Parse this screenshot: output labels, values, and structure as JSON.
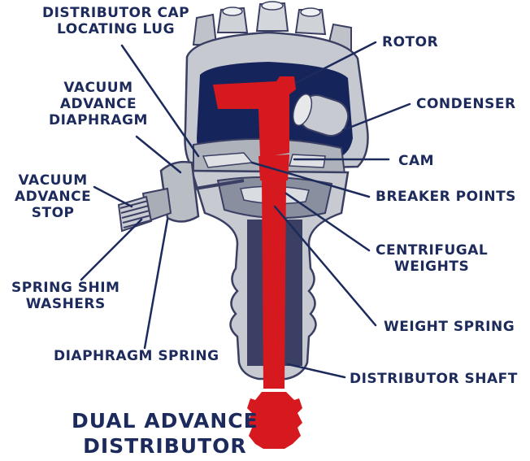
{
  "colors": {
    "label_text": "#1d2b5c",
    "leader_line": "#1d2b5c",
    "shaft_red": "#d6181f",
    "housing_light": "#c9ccd1",
    "housing_dark": "#3a3f63",
    "cavity_navy": "#16245c",
    "background": "#ffffff"
  },
  "labels": {
    "distributor_cap_locating_lug": [
      "DISTRIBUTOR CAP",
      "LOCATING LUG"
    ],
    "vacuum_advance_diaphragm": [
      "VACUUM",
      "ADVANCE",
      "DIAPHRAGM"
    ],
    "vacuum_advance_stop": [
      "VACUUM",
      "ADVANCE",
      "STOP"
    ],
    "spring_shim_washers": [
      "SPRING SHIM",
      "WASHERS"
    ],
    "diaphragm_spring": "DIAPHRAGM SPRING",
    "rotor": "ROTOR",
    "condenser": "CONDENSER",
    "cam": "CAM",
    "breaker_points": "BREAKER POINTS",
    "centrifugal_weights": [
      "CENTRIFUGAL",
      "WEIGHTS"
    ],
    "weight_spring": "WEIGHT SPRING",
    "distributor_shaft": "DISTRIBUTOR SHAFT"
  },
  "title": [
    "DUAL ADVANCE",
    "DISTRIBUTOR"
  ]
}
